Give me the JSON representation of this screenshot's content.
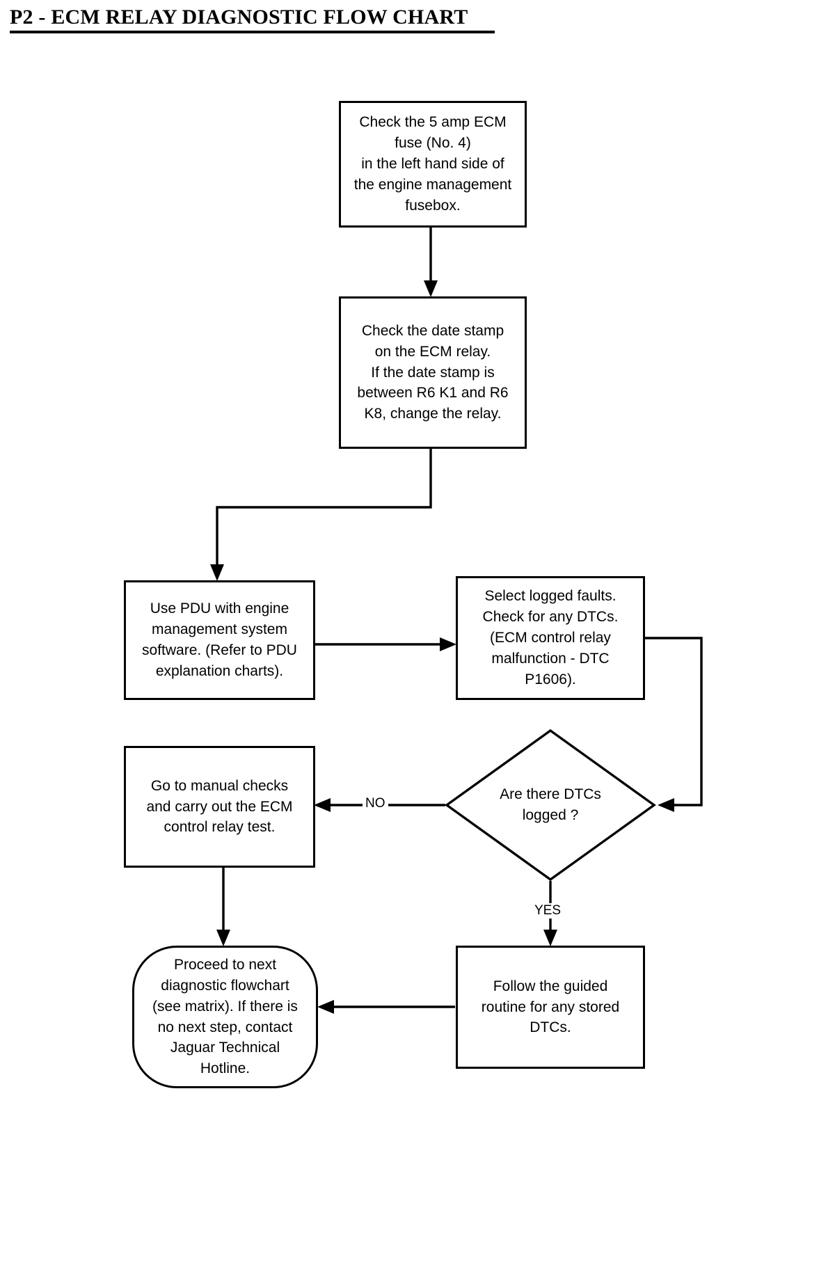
{
  "document": {
    "title": "P2 - ECM RELAY DIAGNOSTIC FLOW CHART"
  },
  "colors": {
    "background": "#ffffff",
    "stroke": "#000000",
    "text": "#000000"
  },
  "flowchart": {
    "type": "flowchart",
    "orientation": "top-to-bottom",
    "nodes": [
      {
        "id": "check-fuse",
        "shape": "process",
        "text": "Check the 5 amp ECM\nfuse (No. 4)\nin the left hand side of\nthe engine management\nfusebox."
      },
      {
        "id": "check-date-stamp",
        "shape": "process",
        "text": "Check the date stamp\non the ECM relay.\nIf the date stamp is\nbetween R6 K1 and R6\nK8, change the relay."
      },
      {
        "id": "use-pdu",
        "shape": "process",
        "text": "Use PDU with engine\nmanagement system\nsoftware. (Refer to PDU\nexplanation charts)."
      },
      {
        "id": "select-logged-faults",
        "shape": "process",
        "text": "Select logged faults.\nCheck for any DTCs.\n(ECM control relay\nmalfunction - DTC\nP1606)."
      },
      {
        "id": "are-there-dtcs",
        "shape": "decision",
        "text": "Are there DTCs\nlogged ?"
      },
      {
        "id": "manual-checks",
        "shape": "process",
        "text": "Go to manual checks\nand carry out the ECM\ncontrol relay test."
      },
      {
        "id": "follow-guided-routine",
        "shape": "process",
        "text": "Follow the guided\nroutine for any stored\nDTCs."
      },
      {
        "id": "proceed-next-flowchart",
        "shape": "terminator",
        "text": "Proceed to next\ndiagnostic flowchart\n(see matrix). If there is\nno next step, contact\nJaguar Technical\nHotline."
      }
    ],
    "edges": [
      {
        "from": "check-fuse",
        "to": "check-date-stamp",
        "label": ""
      },
      {
        "from": "check-date-stamp",
        "to": "use-pdu",
        "label": ""
      },
      {
        "from": "use-pdu",
        "to": "select-logged-faults",
        "label": ""
      },
      {
        "from": "select-logged-faults",
        "to": "are-there-dtcs",
        "label": ""
      },
      {
        "from": "are-there-dtcs",
        "to": "manual-checks",
        "label": "NO"
      },
      {
        "from": "are-there-dtcs",
        "to": "follow-guided-routine",
        "label": "YES"
      },
      {
        "from": "manual-checks",
        "to": "proceed-next-flowchart",
        "label": ""
      },
      {
        "from": "follow-guided-routine",
        "to": "proceed-next-flowchart",
        "label": ""
      }
    ],
    "edge_labels": {
      "no": "NO",
      "yes": "YES"
    }
  }
}
